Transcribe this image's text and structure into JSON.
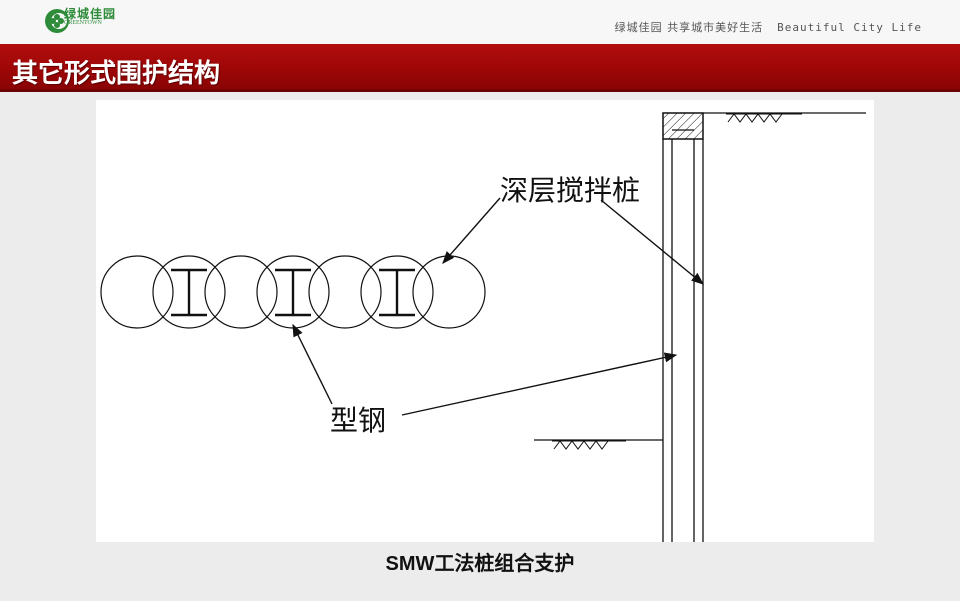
{
  "header": {
    "logo_zh": "绿城佳园",
    "logo_en": "GREENTOWN",
    "tagline_zh": "绿城佳园  共享城市美好生活",
    "tagline_en": "Beautiful City Life"
  },
  "slide": {
    "title": "其它形式围护结构"
  },
  "figure": {
    "label_mixing_pile": "深层搅拌桩",
    "label_steel": "型钢",
    "caption_latin": "SMW",
    "caption_zh": "工法桩组合支护"
  },
  "colors": {
    "title_bar": "#a00808",
    "logo_green": "#2e8b3a"
  },
  "icons": [
    "greentown-logo-icon"
  ]
}
